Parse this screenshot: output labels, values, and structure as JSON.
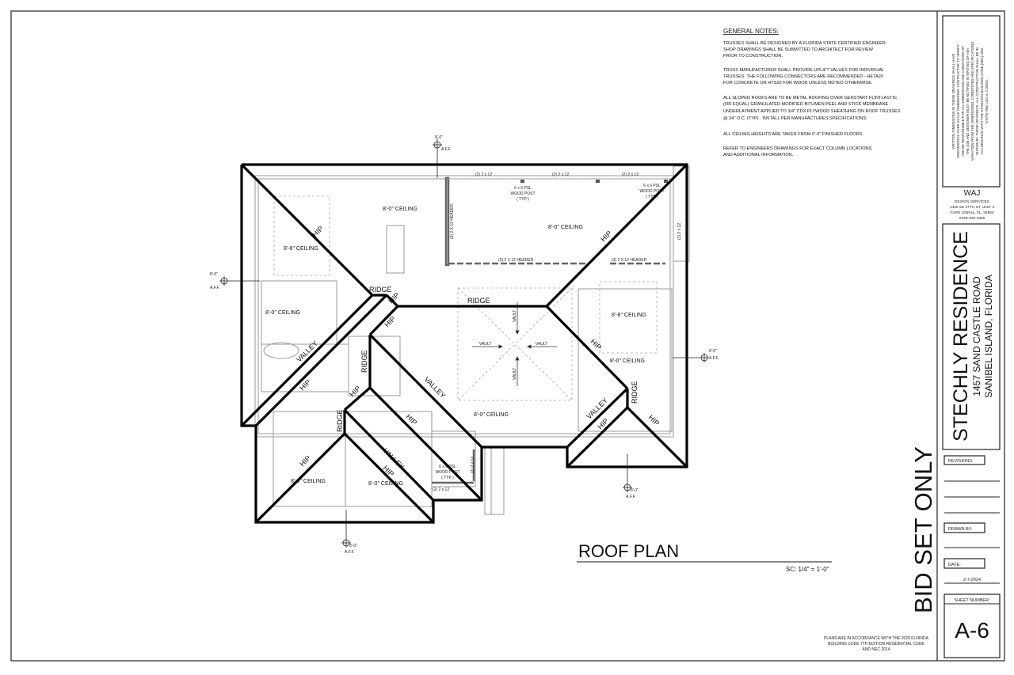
{
  "general_notes": {
    "heading": "GENERAL NOTES:",
    "lines": [
      "TRUSSES SHALL BE DESIGNED BY A FLORIDA STATE CERTIFIED ENGINEER.",
      "SHOP DRAWINGS SHALL BE SUBMITTED TO ARCHITECT FOR REVIEW",
      "PRIOR TO CONSTRUCTION.",
      "TRUSS MANUFACTURER SHALL PROVIDE UPLIFT VALUES FOR INDIVIDUAL",
      "TRUSSES. THE FOLLOWING CONNECTORS ARE RECOMMENDED - HETA20",
      "FOR CONCRETE OR HTS20 FOR WOOD UNLESS NOTED OTHERWISE.",
      "ALL SLOPED ROOFS ARE TO BE METAL ROOFING OVER GENSTART FLINTLASTIC",
      "(OR EQUAL) GRANULATED MODIFIED BITUMEN PEEL AND STICK MEMBRANE",
      "UNDERLAYMENT APPLIED TO 3/4\" CDX PLYWOOD SHEATHING ON ROOF TRUSSES",
      "@ 24\" O.C. (TYP) . INSTALL PER MANUFACTURES SPECIFICATIONS.",
      "ALL CEILING HEIGHTS ARE TAKEN FROM 0'-0\" FINISHED FLOORS.",
      "REFER TO ENGINEERS DRAWINGS FOR EXACT COLUMN LOCATIONS",
      "AND ADDITIONAL INFORMATION."
    ]
  },
  "plan": {
    "title": "ROOF PLAN",
    "scale": "SC: 1/4\" = 1'-0\"",
    "roof_labels": {
      "hip": "HIP",
      "ridge": "RIDGE",
      "valley": "VALLEY",
      "vault": "VAULT"
    },
    "ceilings": {
      "c80": "8'-0\" CEILING",
      "c88": "8'-8\" CEILING"
    },
    "framing": {
      "beam": "(2) 2 x 12",
      "header": "(3) 2 X 12 HEADER",
      "post_1": "6 x 6 PSL",
      "post_2": "WOOD POST",
      "post_3": "( TYP )"
    },
    "level_marker": {
      "value": "8'-0\"",
      "unit": "A.F.F."
    }
  },
  "disclaimer": [
    "WRITTEN DIMENSIONS IN THESE DRAWINGS SHALL HAVE",
    "PRECEDENCE OVER SCALE DIMENSIONS. CONTRACTOR TO VERIFY",
    "AND BE RESPONSIBLE FOR ALL DIMENSIONS AND CONDITIONS OF",
    "THE JOB AND DESIGNER MUST BE NOTIFIED IN WRITING OF ANY",
    "VARIATION FROM THE DIMENSIONS, CONDITIONS AND SPECIFICATIONS",
    "SHOWN BY THESE DRAWINGS. ALL CONSTRUCTION SHALL BE IN",
    "ACCORDANCE WITH THE STANDARD BUILDING CODE (SBC) AND",
    "STATE AND LOCAL CODES."
  ],
  "designer": {
    "name": "WAJ",
    "line1": "DESIGN SERVICES",
    "line2": "1405 SE 47TH ST, UNIT 4",
    "line3": "CAPE CORAL, FL. 33904",
    "phone": "#239-340-1855"
  },
  "project": {
    "name": "STECHLY RESIDENCE",
    "address": "1457 SAND CASTLE ROAD",
    "city": "SANIBEL ISLAND, FLORIDA"
  },
  "title_block": {
    "revisions_label": "REVISIONS:",
    "drawn_by_label": "DRAWN BY:",
    "date_label": "DATE:",
    "date_value": "2-7-2024",
    "sheet_number_label": "SHEET NUMBER:",
    "sheet_number": "A-6"
  },
  "stamp": "BID SET ONLY",
  "code_note": [
    "PLANS ARE IN ACCORDANCE WITH THE 2020 FLORIDA",
    "BUILDING CODE 7TH EDITION RESIDENTIAL CODE",
    "AND NEC 2014"
  ]
}
